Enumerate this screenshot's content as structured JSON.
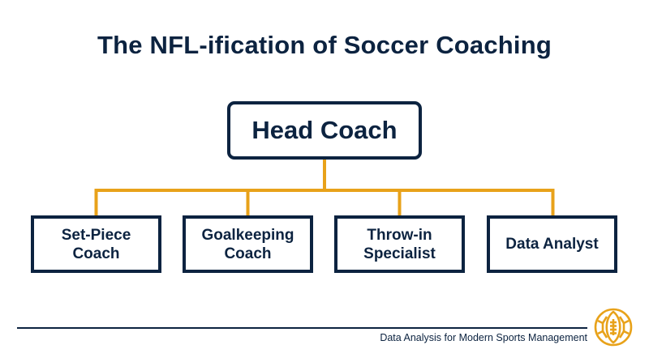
{
  "title": "The NFL-ification of Soccer Coaching",
  "root": {
    "label": "Head Coach"
  },
  "children": [
    {
      "id": "setpiece",
      "label": "Set-Piece Coach"
    },
    {
      "id": "goalkeeping",
      "label": "Goalkeeping Coach"
    },
    {
      "id": "throwin",
      "label": "Throw-in Specialist"
    },
    {
      "id": "analyst",
      "label": "Data Analyst"
    }
  ],
  "footer": {
    "text": "Data Analysis for Modern Sports Management",
    "logo_icon": "football-soccer-ball-icon"
  },
  "colors": {
    "navy": "#0c2340",
    "gold": "#e8a21a",
    "background": "#ffffff"
  }
}
